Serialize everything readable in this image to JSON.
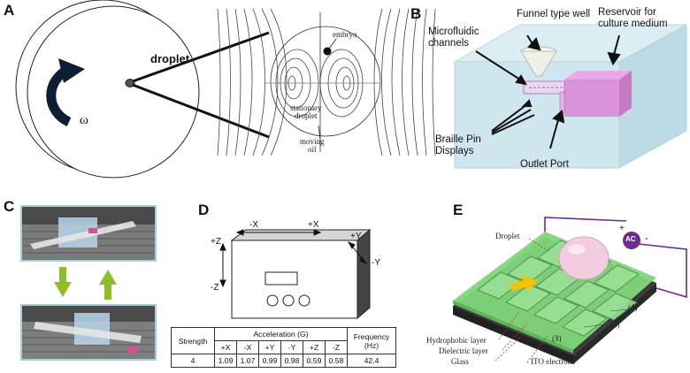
{
  "panels": {
    "a": "A",
    "b": "B",
    "c": "C",
    "d": "D",
    "e": "E"
  },
  "panel_a": {
    "omega": "ω",
    "droplet": "droplet",
    "embryo": "embryo",
    "stationary_droplet": "stationary\ndroplet",
    "moving_oil": "moving\noil"
  },
  "panel_b": {
    "funnel": "Funnel type well",
    "reservoir": "Reservoir for\nculture medium",
    "microfluidic": "Microfluidic\nchannels",
    "braille": "Braille Pin\nDisplays",
    "outlet": "Outlet Port"
  },
  "panel_d": {
    "neg_x": "-X",
    "pos_x": "+X",
    "pos_y": "+Y",
    "neg_y": "-Y",
    "pos_z": "+Z",
    "neg_z": "-Z",
    "table": {
      "strength_header": "Strength",
      "accel_header": "Acceleration (G)",
      "freq_header": "Frequency\n(Hz)",
      "axes": [
        "+X",
        "-X",
        "+Y",
        "-Y",
        "+Z",
        "-Z"
      ],
      "strength": "4",
      "values": [
        "1.09",
        "1.07",
        "0.99",
        "0.98",
        "0.59",
        "0.58"
      ],
      "frequency": "42.4"
    }
  },
  "panel_e": {
    "droplet": "Droplet",
    "ac": "AC",
    "plus": "+",
    "minus": "-",
    "layer1": "(1)",
    "layer2": "(2)",
    "layer3": "(3)",
    "hydrophobic": "Hydrophobic layer",
    "dielectric": "Dielectric layer",
    "glass": "Glass",
    "ito": "ITO electrode"
  },
  "colors": {
    "purple": "#6a2d91",
    "arrow_green": "#8cbf26",
    "arrow_yellow": "#f5c400",
    "plate_green": "#7fd77a",
    "chip_blue": "#cfe6ee",
    "reservoir_pink": "#d98bd6"
  }
}
